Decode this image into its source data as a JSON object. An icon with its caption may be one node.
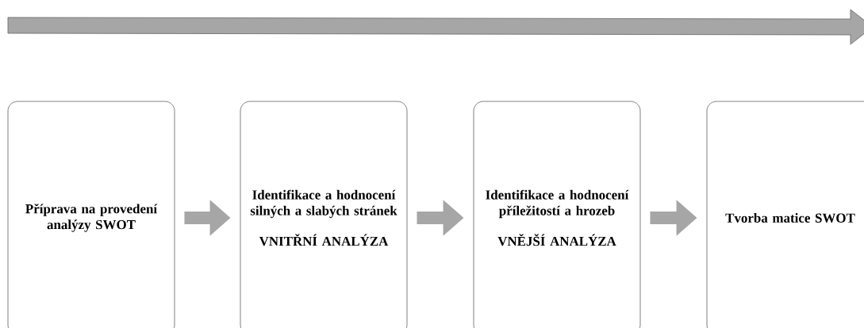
{
  "diagram": {
    "nodes": [
      {
        "text": [
          "Příprava na provedení analýzy SWOT"
        ]
      },
      {
        "text": [
          "Identifikace a hodnocení silných a slabých stránek",
          "VNITŘNÍ ANALÝZA"
        ]
      },
      {
        "text": [
          "Identifikace a hodnocení příležitostí a hrozeb",
          "VNĚJŠÍ ANALÝZA"
        ]
      },
      {
        "text": [
          "Tvorba matice SWOT"
        ]
      }
    ],
    "edges": [
      {
        "from": 0,
        "to": 1,
        "arrow": "to"
      },
      {
        "from": 1,
        "to": 2,
        "arrow": "to"
      },
      {
        "from": 2,
        "to": 3,
        "arrow": "to"
      }
    ]
  }
}
